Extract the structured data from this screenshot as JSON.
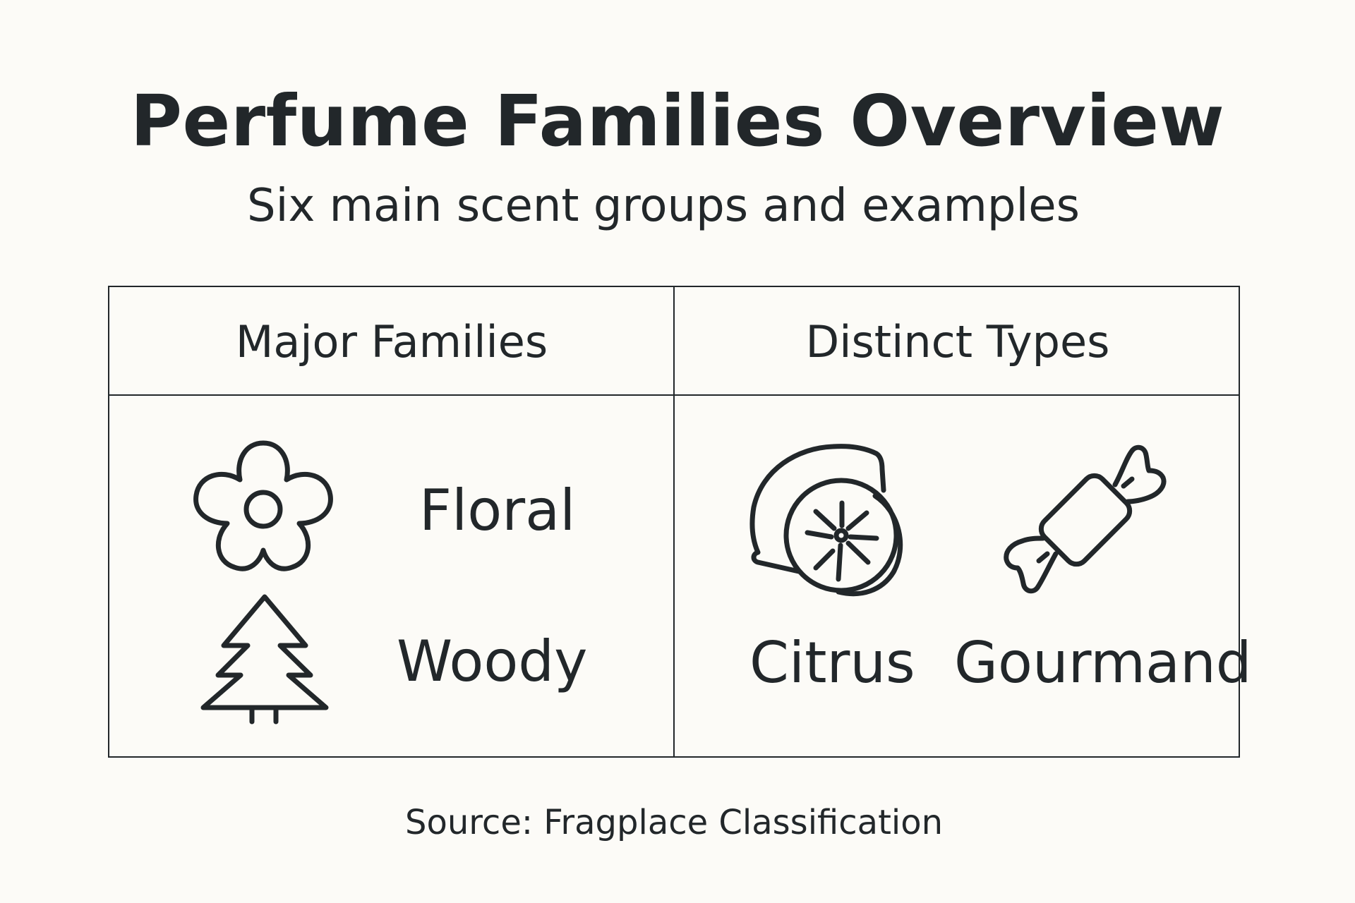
{
  "header": {
    "title": "Perfume Families Overview",
    "subtitle": "Six main scent groups and examples"
  },
  "table": {
    "columns": [
      {
        "heading": "Major Families",
        "items": [
          {
            "label": "Floral",
            "icon": "flower-icon"
          },
          {
            "label": "Woody",
            "icon": "tree-icon"
          }
        ]
      },
      {
        "heading": "Distinct Types",
        "items": [
          {
            "label": "Citrus",
            "icon": "lemon-icon"
          },
          {
            "label": "Gourmand",
            "icon": "candy-icon"
          }
        ]
      }
    ]
  },
  "footer": {
    "source": "Source: Fragplace Classification"
  },
  "colors": {
    "background": "#fcfbf7",
    "ink": "#22272a"
  }
}
